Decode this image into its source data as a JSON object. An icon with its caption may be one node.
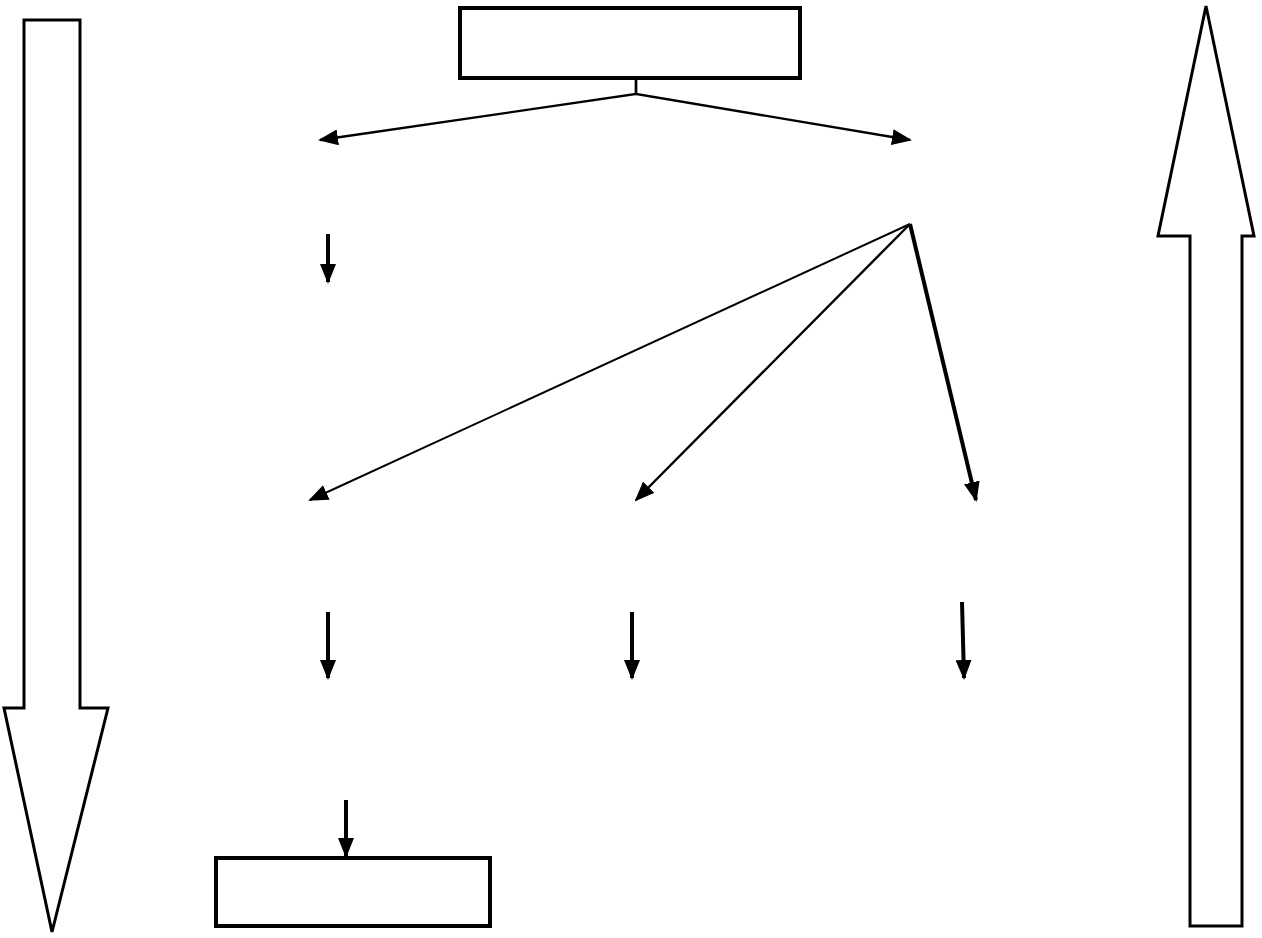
{
  "diagram": {
    "nodes": [
      {
        "text": [],
        "shape": "box"
      },
      {
        "text": [],
        "shape": "box"
      }
    ],
    "edges": [
      {
        "from": 0,
        "to": null,
        "arrow": "to"
      },
      {
        "from": 0,
        "to": null,
        "arrow": "to"
      },
      {
        "from": null,
        "to": 1,
        "arrow": "to"
      }
    ]
  }
}
